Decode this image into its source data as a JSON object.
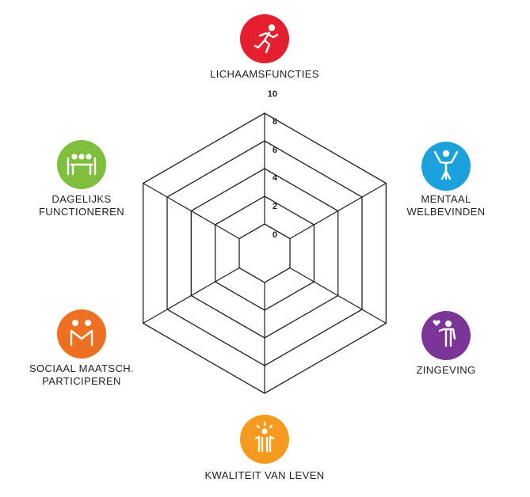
{
  "diagram": {
    "type": "radar",
    "scale_ticks": [
      "0",
      "2",
      "4",
      "6",
      "8",
      "10"
    ],
    "dimensions": [
      {
        "id": "lichaamsfuncties",
        "label_lines": [
          "LICHAAMSFUNCTIES"
        ],
        "color": "#e5202e",
        "icon": "running-person-icon"
      },
      {
        "id": "mentaal",
        "label_lines": [
          "MENTAAL",
          "WELBEVINDEN"
        ],
        "color": "#1ba1dc",
        "icon": "person-arms-raised-icon"
      },
      {
        "id": "zingeving",
        "label_lines": [
          "ZINGEVING"
        ],
        "color": "#7b3596",
        "icon": "person-heart-icon"
      },
      {
        "id": "kwaliteit",
        "label_lines": [
          "KWALITEIT VAN LEVEN"
        ],
        "color": "#f39a1f",
        "icon": "radiant-people-icon"
      },
      {
        "id": "sociaal",
        "label_lines": [
          "SOCIAAL MAATSCH.",
          "PARTICIPEREN"
        ],
        "color": "#ee7022",
        "icon": "two-people-icon"
      },
      {
        "id": "dagelijks",
        "label_lines": [
          "DAGELIJKS",
          "FUNCTIONEREN"
        ],
        "color": "#7fbf3d",
        "icon": "people-at-table-icon"
      }
    ]
  }
}
